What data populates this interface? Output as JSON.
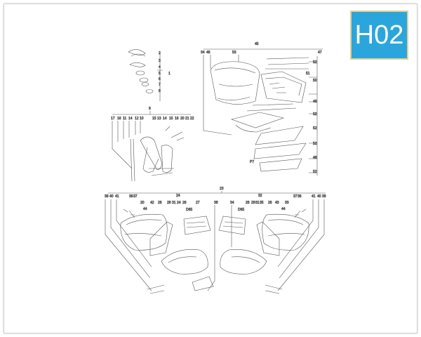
{
  "badge": {
    "code": "H02",
    "color": "#2aa6dd",
    "border": "#e2cf9a"
  },
  "labels": {
    "left_group": [
      "2",
      "3",
      "4",
      "5",
      "6",
      "7",
      "8",
      "1"
    ],
    "stand_top": "9",
    "stand_row": [
      "17",
      "16",
      "11",
      "14",
      "12",
      "10",
      "15",
      "13",
      "14",
      "15",
      "16",
      "20",
      "21",
      "22"
    ],
    "case_top": "45",
    "case_row": [
      "34",
      "46",
      "53",
      "47"
    ],
    "case_right": [
      "52",
      "51",
      "50",
      "49",
      "52",
      "52",
      "48",
      "52",
      "52"
    ],
    "case_misc": [
      "P7"
    ],
    "panniers_top": "23",
    "panniers_left": [
      "39",
      "40",
      "41",
      "36",
      "37",
      "20",
      "42",
      "26",
      "28",
      "31",
      "24",
      "26",
      "27",
      "38",
      "44",
      "D65"
    ],
    "panniers_right": [
      "34",
      "26",
      "29",
      "31",
      "35",
      "26",
      "43",
      "33",
      "37",
      "36",
      "41",
      "40",
      "39",
      "D65",
      "44"
    ],
    "panniers_mid": [
      "24",
      "32"
    ]
  }
}
